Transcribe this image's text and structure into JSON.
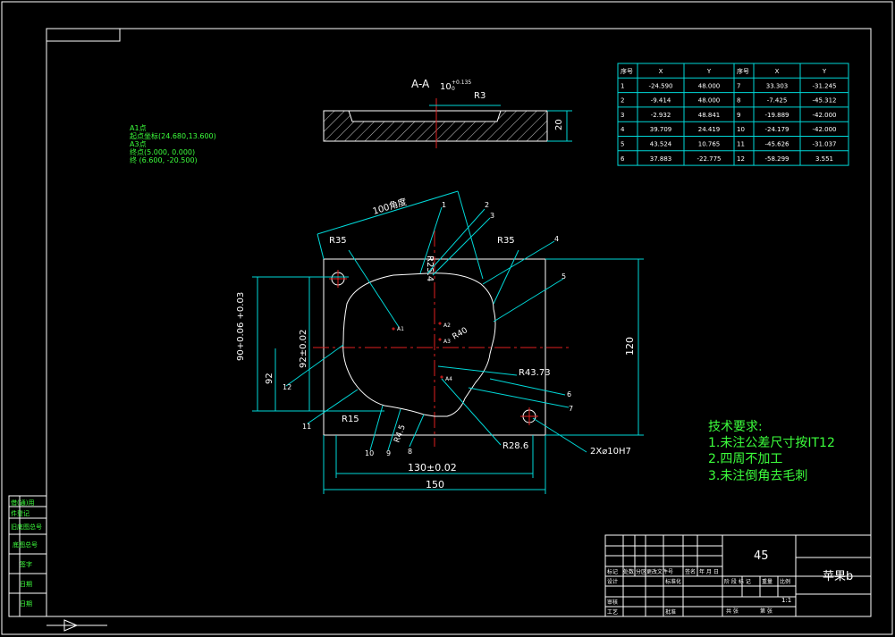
{
  "section_title": "A-A",
  "section_labels": {
    "dim_10": "10",
    "tol_top": "+0.135",
    "tol_bottom": "0",
    "r3": "R3",
    "dim_20": "20"
  },
  "notes": [
    "A1点",
    "起点坐标(24.680,13.600)",
    "A3点",
    "终点(5.000, 0.000)",
    "终 (6.600, -20.500)"
  ],
  "coordinate_table": {
    "headers": [
      "序号",
      "X",
      "Y",
      "序号",
      "X",
      "Y"
    ],
    "rows": [
      [
        "1",
        "-24.590",
        "48.000",
        "7",
        "33.303",
        "-31.245"
      ],
      [
        "2",
        "-9.414",
        "48.000",
        "8",
        "-7.425",
        "-45.312"
      ],
      [
        "3",
        "-2.932",
        "48.841",
        "9",
        "-19.889",
        "-42.000"
      ],
      [
        "4",
        "39.709",
        "24.419",
        "10",
        "-24.179",
        "-42.000"
      ],
      [
        "5",
        "43.524",
        "10.765",
        "11",
        "-45.626",
        "-31.037"
      ],
      [
        "6",
        "37.883",
        "-22.775",
        "12",
        "-58.299",
        "3.551"
      ]
    ]
  },
  "dimensions": {
    "top_100": "100角度",
    "r35_left": "R35",
    "r35_right": "R35",
    "r25": "R25.4",
    "r40": "R40",
    "r43": "R43.73",
    "r15": "R15",
    "r28": "R28.6",
    "r4_5": "R4.5",
    "holes": "2X⌀10H7",
    "w130": "130±0.02",
    "w150": "150",
    "h120": "120",
    "h92a": "92±0.02",
    "h92b": "92",
    "h90": "90+0.06 +0.03"
  },
  "points": {
    "a1": "A1",
    "a2": "A2",
    "a3": "A3",
    "a4": "A4"
  },
  "callouts": [
    "1",
    "2",
    "3",
    "4",
    "5",
    "6",
    "7",
    "8",
    "9",
    "10",
    "11",
    "12"
  ],
  "tech_requirements": {
    "title": "技术要求:",
    "items": [
      "1.未注公差尺寸按IT12",
      "2.四周不加工",
      "3.未注倒角去毛刺"
    ]
  },
  "title_block": {
    "material": "45",
    "part_name": "苹果b",
    "scale": "1:1",
    "labels": [
      "标记",
      "处数",
      "分区",
      "更改文件号",
      "签名",
      "年 月 日",
      "设计",
      "标准化",
      "审核",
      "工艺",
      "批准",
      "阶 段 标 记",
      "重量",
      "比例",
      "共 张",
      "第 张"
    ]
  },
  "side_block": [
    "借(通)用",
    "件登记",
    "旧底图总号",
    "底图总号",
    "签字",
    "日期",
    "日期"
  ]
}
